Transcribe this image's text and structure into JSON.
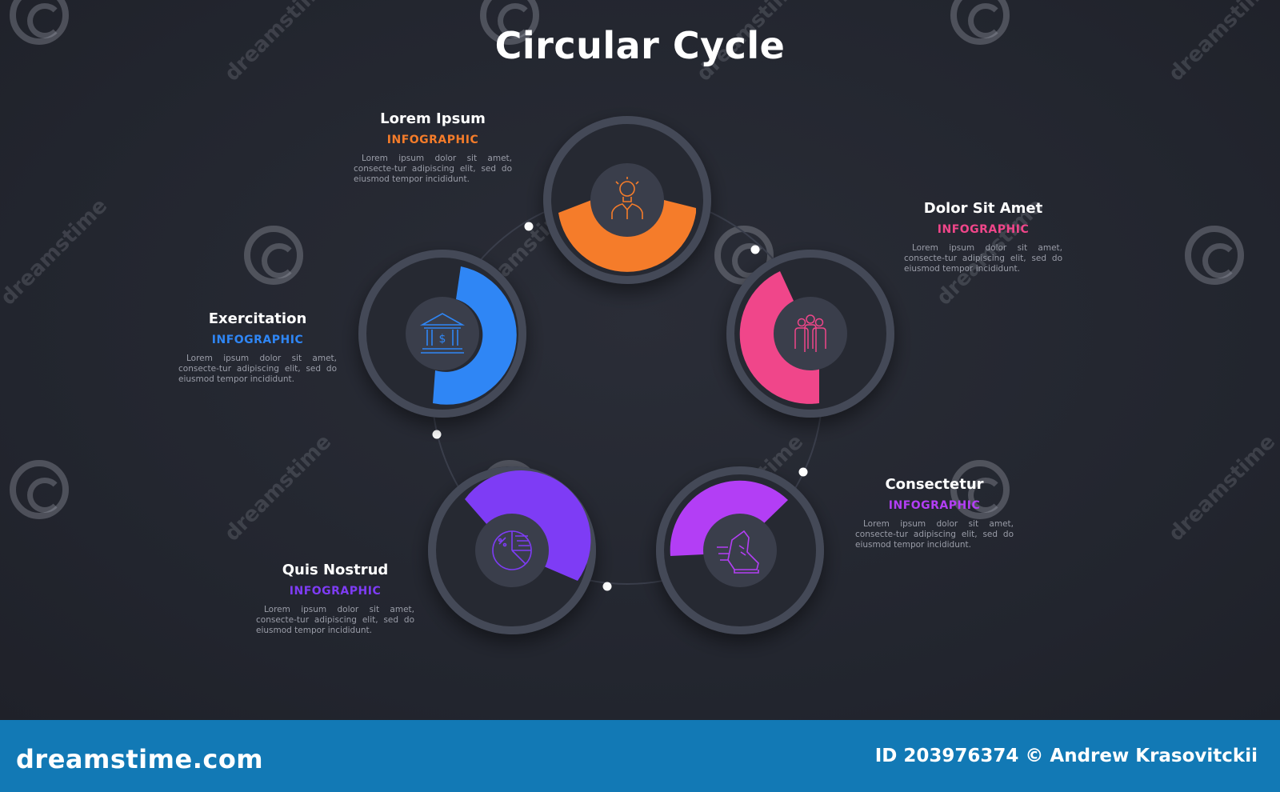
{
  "title": "Circular Cycle",
  "nodes": [
    {
      "id": "lorem-ipsum",
      "heading": "Lorem Ipsum",
      "subheading": "INFOGRAPHIC",
      "text": "Lorem ipsum dolor sit amet, consecte-tur adipiscing elit, sed do eiusmod tempor incididunt.",
      "color": "#f57c2a",
      "icon": "idea-person-icon"
    },
    {
      "id": "dolor-sit-amet",
      "heading": "Dolor Sit Amet",
      "subheading": "INFOGRAPHIC",
      "text": "Lorem ipsum dolor sit amet, consecte-tur adipiscing elit, sed do eiusmod tempor incididunt.",
      "color": "#f0468a",
      "icon": "team-icon"
    },
    {
      "id": "consectetur",
      "heading": "Consectetur",
      "subheading": "INFOGRAPHIC",
      "text": "Lorem ipsum dolor sit amet, consecte-tur adipiscing elit, sed do eiusmod tempor incididunt.",
      "color": "#b33ef5",
      "icon": "running-shoe-icon"
    },
    {
      "id": "quis-nostrud",
      "heading": "Quis Nostrud",
      "subheading": "INFOGRAPHIC",
      "text": "Lorem ipsum dolor sit amet, consecte-tur adipiscing elit, sed do eiusmod tempor incididunt.",
      "color": "#7e3cf5",
      "icon": "pie-chart-icon"
    },
    {
      "id": "exercitation",
      "heading": "Exercitation",
      "subheading": "INFOGRAPHIC",
      "text": "Lorem ipsum dolor sit amet, consecte-tur adipiscing elit, sed do eiusmod tempor incididunt.",
      "color": "#2f86f5",
      "icon": "bank-icon"
    }
  ],
  "watermark": {
    "brand": "dreamstime.com",
    "credit": "ID 203976374 © Andrew Krasovitckii",
    "pattern_text": "dreamstime"
  }
}
